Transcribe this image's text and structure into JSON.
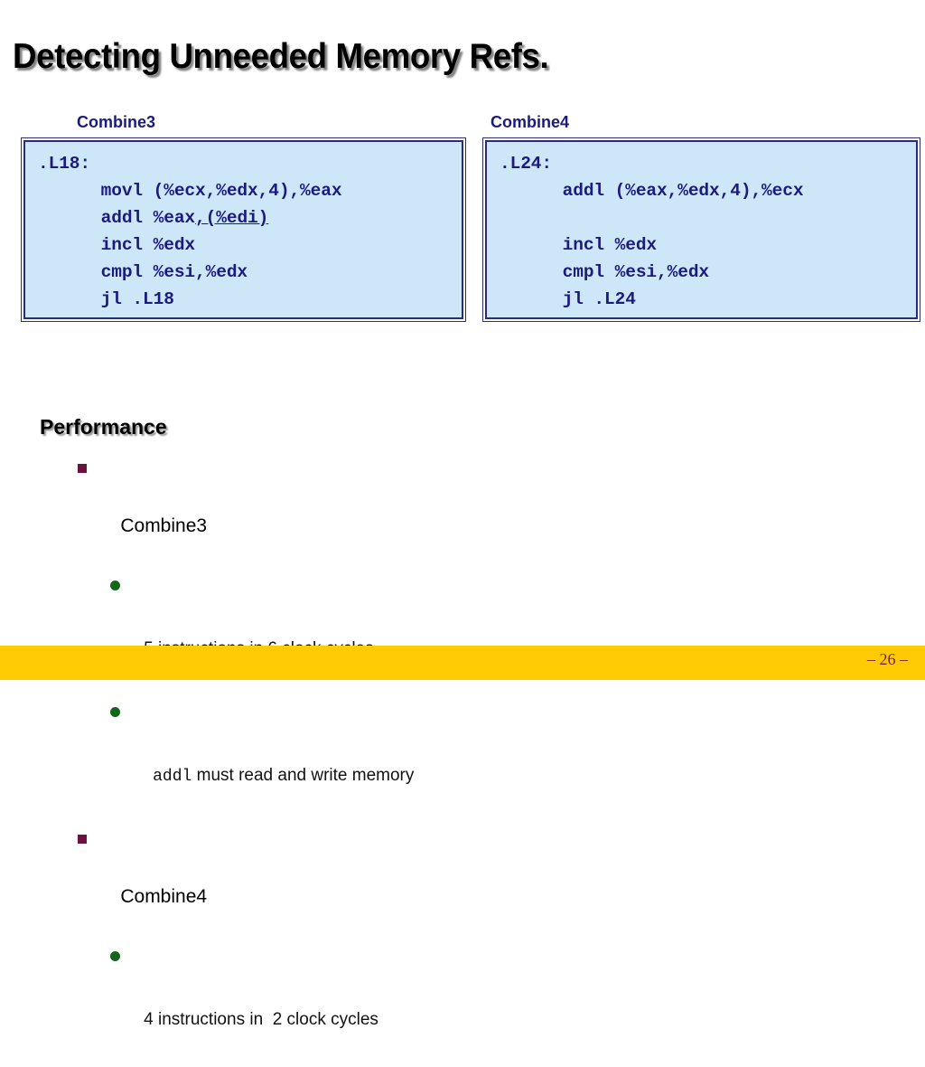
{
  "slide": {
    "title": "Detecting Unneeded Memory Refs.",
    "page_number": "– 26 –",
    "footer_color": "#ffcc04",
    "footer_text_color": "#7b1f17"
  },
  "code_panels": [
    {
      "label": "Combine3",
      "label_color": "#1b1b7e",
      "background": "#cde7f9",
      "border_color": "#2b2b7c",
      "lines": [
        {
          "text": ".L18:",
          "underline": ""
        },
        {
          "text": "      movl (%ecx,%edx,4),%eax",
          "underline": ""
        },
        {
          "text": "      addl %eax",
          "underline": ",(%edi)"
        },
        {
          "text": "      incl %edx",
          "underline": ""
        },
        {
          "text": "      cmpl %esi,%edx",
          "underline": ""
        },
        {
          "text": "      jl .L18",
          "underline": ""
        }
      ]
    },
    {
      "label": "Combine4",
      "label_color": "#1b1b7e",
      "background": "#cde7f9",
      "border_color": "#2b2b7c",
      "lines": [
        {
          "text": ".L24:",
          "underline": ""
        },
        {
          "text": "      addl (%eax,%edx,4),%ecx",
          "underline": ""
        },
        {
          "text": "",
          "underline": ""
        },
        {
          "text": "      incl %edx",
          "underline": ""
        },
        {
          "text": "      cmpl %esi,%edx",
          "underline": ""
        },
        {
          "text": "      jl .L24",
          "underline": ""
        }
      ]
    }
  ],
  "performance": {
    "heading": "Performance",
    "square_bullet_color": "#6b1340",
    "round_bullet_color": "#13661a",
    "items": [
      {
        "label": "Combine3",
        "sub": [
          {
            "pre": "5 instructions in 6 clock cycles",
            "mono": "",
            "post": ""
          },
          {
            "pre": " ",
            "mono": "addl",
            "post": " must read and write memory"
          }
        ]
      },
      {
        "label": "Combine4",
        "sub": [
          {
            "pre": "4 instructions in  2 clock cycles",
            "mono": "",
            "post": ""
          }
        ]
      }
    ]
  }
}
